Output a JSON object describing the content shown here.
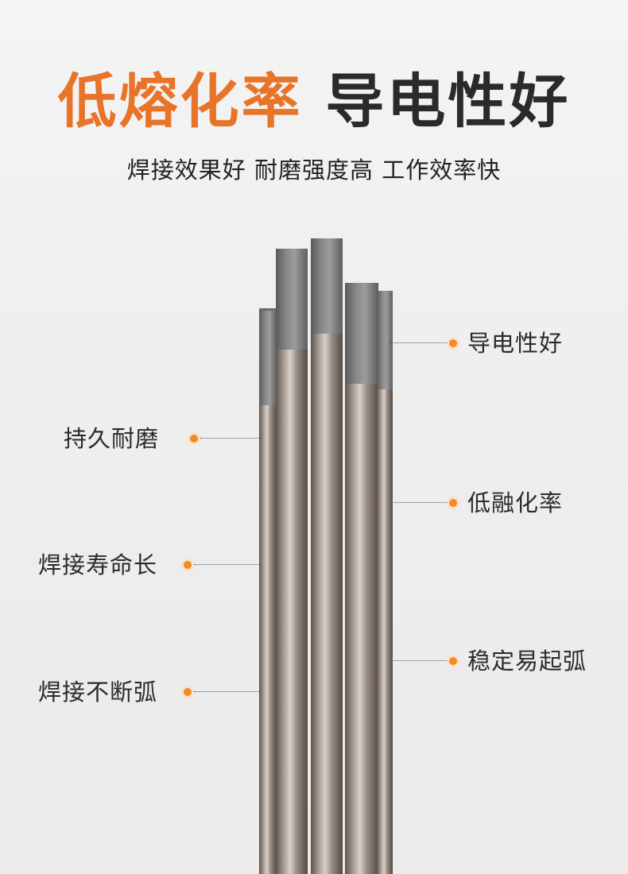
{
  "headline": {
    "highlight": "低熔化率",
    "rest": "导电性好"
  },
  "subhead": "焊接效果好 耐磨强度高 工作效率快",
  "callouts": {
    "right": [
      "导电性好",
      "低融化率",
      "稳定易起弧"
    ],
    "left": [
      "持久耐磨",
      "焊接寿命长",
      "焊接不断弧"
    ]
  },
  "colors": {
    "accent": "#e8742a",
    "dark_text": "#2a2a2a",
    "rod_tip": "#7c7c7e",
    "rod_body": "#8a7f78"
  }
}
